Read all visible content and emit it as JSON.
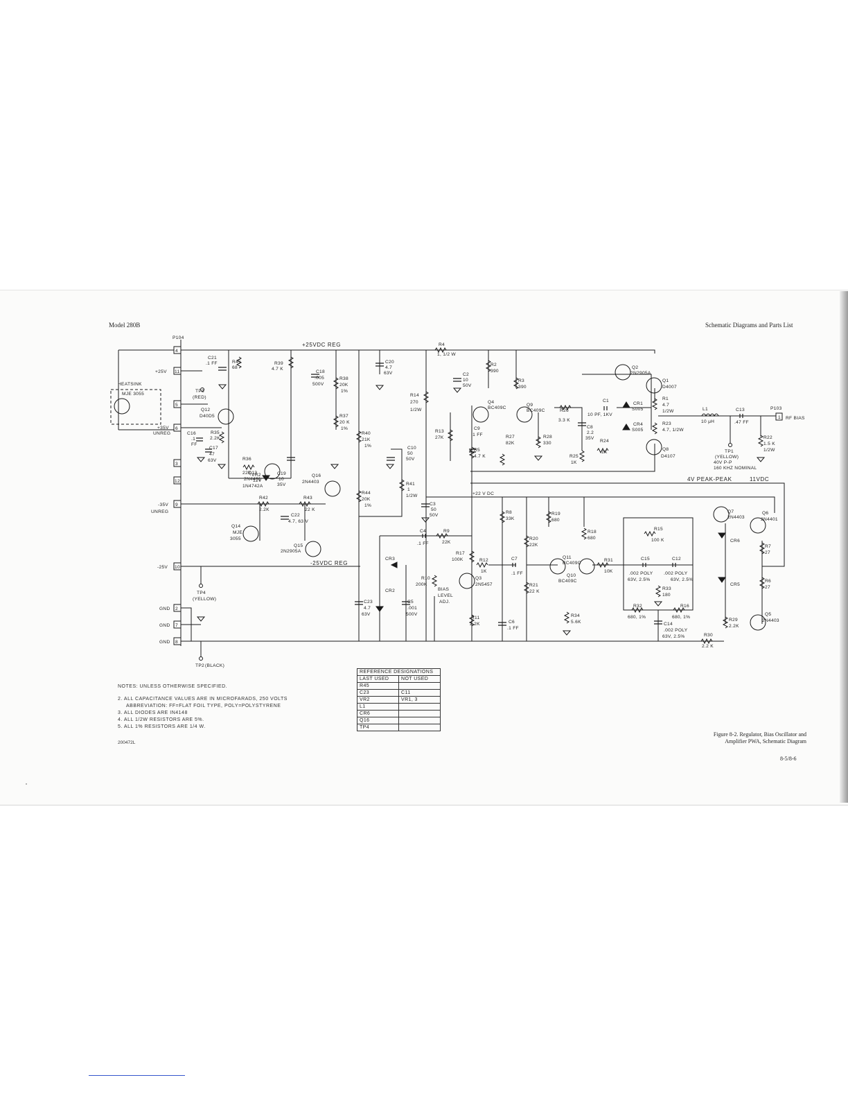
{
  "header": {
    "model": "Model 280B",
    "section": "Schematic Diagrams and Parts List"
  },
  "connector": {
    "name": "P104",
    "pins": [
      {
        "pin": "4",
        "label": ""
      },
      {
        "pin": "11",
        "label": "+25V"
      },
      {
        "pin": "5",
        "label": ""
      },
      {
        "pin": "6",
        "label": "+35V"
      },
      {
        "pin": "3",
        "label": ""
      },
      {
        "pin": "12",
        "label": ""
      },
      {
        "pin": "9",
        "label": "-35V"
      },
      {
        "pin": "10",
        "label": "-25V"
      },
      {
        "pin": "2",
        "label": "GND"
      },
      {
        "pin": "7",
        "label": "GND"
      },
      {
        "pin": "8",
        "label": "GND"
      }
    ],
    "unreg": "UNREG"
  },
  "heatsink": {
    "label": "HEATSINK",
    "part": "MJE 3055"
  },
  "rails": {
    "pos_reg": "+25VDC REG",
    "neg_reg": "-25VDC REG",
    "plus22": "+22 V DC",
    "peak": "4V  PEAK-PEAK",
    "vdc": "11VDC"
  },
  "components": {
    "R4": {
      "ref": "R4",
      "val": "1, 1/2 W"
    },
    "C21": {
      "ref": "C21",
      "val": ".1 FF"
    },
    "R45": {
      "ref": "R45",
      "val": "68"
    },
    "TP3": {
      "ref": "TP3",
      "val": "(RED)"
    },
    "R39": {
      "ref": "R39",
      "val": "4.7 K"
    },
    "C18": {
      "ref": "C18",
      "val": ".005",
      "v2": "500V"
    },
    "R38": {
      "ref": "R38",
      "val": "20K",
      "v2": "1%"
    },
    "R37": {
      "ref": "R37",
      "val": "20 K",
      "v2": "1%"
    },
    "C20": {
      "ref": "C20",
      "val": "4.7",
      "v2": "63V"
    },
    "R14": {
      "ref": "R14",
      "val": "270",
      "v2": "1/2W"
    },
    "C2": {
      "ref": "C2",
      "val": "10",
      "v2": "50V"
    },
    "R2": {
      "ref": "R2",
      "val": "390"
    },
    "R3": {
      "ref": "R3",
      "val": "390"
    },
    "Q2": {
      "ref": "Q2",
      "val": "2N2905A"
    },
    "Q1": {
      "ref": "Q1",
      "val": "D4007"
    },
    "C1": {
      "ref": "C1",
      "val": "10 PF, 1KV"
    },
    "CR1": {
      "ref": "CR1",
      "val": "S005"
    },
    "R1": {
      "ref": "R1",
      "val": "4.7",
      "v2": "1/2W"
    },
    "CR4": {
      "ref": "CR4",
      "val": "S005"
    },
    "R23": {
      "ref": "R23",
      "val": "4.7, 1/2W"
    },
    "L1": {
      "ref": "L1",
      "val": "10 μH"
    },
    "C13": {
      "ref": "C13",
      "val": ".47 FF"
    },
    "P103": {
      "ref": "P103",
      "val": "RF BIAS",
      "pin": "1"
    },
    "R22": {
      "ref": "R22",
      "val": "1.5 K",
      "v2": "1/2W"
    },
    "TP1": {
      "ref": "TP1",
      "val": "(YELLOW)",
      "v2": "40V P-P",
      "v3": "160 KHZ NOMINAL"
    },
    "Q8": {
      "ref": "Q8",
      "val": "D4107"
    },
    "R24": {
      "ref": "R24",
      "val": "1K"
    },
    "R25": {
      "ref": "R25",
      "val": "1K"
    },
    "C8": {
      "ref": "C8",
      "val": "2.2",
      "v2": "35V"
    },
    "R26": {
      "ref": "R26",
      "val": "3.3 K"
    },
    "Q4": {
      "ref": "Q4",
      "val": "BC409C"
    },
    "Q9": {
      "ref": "Q9",
      "val": "BC409C"
    },
    "R27": {
      "ref": "R27",
      "val": "82K"
    },
    "R28": {
      "ref": "R28",
      "val": "330"
    },
    "C9": {
      "ref": "C9",
      "val": ".1 FF"
    },
    "R13": {
      "ref": "R13",
      "val": "27K"
    },
    "R5": {
      "ref": "R5",
      "val": "4.7 K"
    },
    "Q12": {
      "ref": "Q12",
      "val": "D40D5"
    },
    "C16": {
      "ref": "C16",
      "val": ".1",
      "v2": "FF"
    },
    "R35": {
      "ref": "R35",
      "val": "2.2K"
    },
    "R36": {
      "ref": "R36",
      "val": "22K"
    },
    "C17": {
      "ref": "C17",
      "val": "47",
      "v2": "63V"
    },
    "Q13": {
      "ref": "Q13",
      "val": "2N4401"
    },
    "VR2": {
      "ref": "VR2",
      "val": "12V",
      "v2": "1N4742A"
    },
    "C19": {
      "ref": "C19",
      "val": "10",
      "v2": "35V"
    },
    "Q16": {
      "ref": "Q16",
      "val": "2N4403"
    },
    "R40": {
      "ref": "R40",
      "val": "21K",
      "v2": "1%"
    },
    "C10": {
      "ref": "C10",
      "val": "50",
      "v2": "50V"
    },
    "R41": {
      "ref": "R41",
      "val": "1",
      "v2": "1/2W"
    },
    "C3": {
      "ref": "C3",
      "val": "50",
      "v2": "50V"
    },
    "R42": {
      "ref": "R42",
      "val": "2.2K"
    },
    "R43": {
      "ref": "R43",
      "val": "22 K"
    },
    "C22": {
      "ref": "C22",
      "val": "4.7, 63 V"
    },
    "R44": {
      "ref": "R44",
      "val": "20K",
      "v2": "1%"
    },
    "Q14": {
      "ref": "Q14",
      "val": "MJE",
      "v2": "3055"
    },
    "Q15": {
      "ref": "Q15",
      "val": "2N2905A"
    },
    "TP4": {
      "ref": "TP4",
      "val": "(YELLOW)"
    },
    "TP2": {
      "ref": "TP2",
      "val": "(BLACK)"
    },
    "C4": {
      "ref": "C4",
      "val": ".1 FF"
    },
    "R9": {
      "ref": "R9",
      "val": "22K"
    },
    "R8": {
      "ref": "R8",
      "val": "33K"
    },
    "R19": {
      "ref": "R19",
      "val": "680"
    },
    "R18": {
      "ref": "R18",
      "val": "680"
    },
    "R20": {
      "ref": "R20",
      "val": "22K"
    },
    "Q7": {
      "ref": "Q7",
      "val": "2N4403"
    },
    "Q6": {
      "ref": "Q6",
      "val": "2N4401"
    },
    "CR6": {
      "ref": "CR6",
      "val": ""
    },
    "R7": {
      "ref": "R7",
      "val": "27"
    },
    "R15": {
      "ref": "R15",
      "val": "100 K"
    },
    "CR3": {
      "ref": "CR3",
      "val": ""
    },
    "R17": {
      "ref": "R17",
      "val": "100K"
    },
    "R12": {
      "ref": "R12",
      "val": "1K"
    },
    "C7": {
      "ref": "C7",
      "val": ".1 FF"
    },
    "Q11": {
      "ref": "Q11",
      "val": "BC409C"
    },
    "Q10": {
      "ref": "Q10",
      "val": "BC409C"
    },
    "R31": {
      "ref": "R31",
      "val": "10K"
    },
    "C15": {
      "ref": "C15",
      "val": ".002 POLY",
      "v2": "63V, 2.5%"
    },
    "C12": {
      "ref": "C12",
      "val": ".002 POLY",
      "v2": "63V, 2.5%"
    },
    "R6": {
      "ref": "R6",
      "val": "27"
    },
    "CR5": {
      "ref": "CR5",
      "val": ""
    },
    "R10": {
      "ref": "R10",
      "val": "200K",
      "v2": "BIAS",
      "v3": "LEVEL",
      "v4": "ADJ."
    },
    "Q3": {
      "ref": "Q3",
      "val": "2N5457"
    },
    "R21": {
      "ref": "R21",
      "val": "22 K"
    },
    "CR2": {
      "ref": "CR2",
      "val": ""
    },
    "R33": {
      "ref": "R33",
      "val": "180"
    },
    "R32": {
      "ref": "R32",
      "val": "680, 1%"
    },
    "R16": {
      "ref": "R16",
      "val": "680, 1%"
    },
    "C23": {
      "ref": "C23",
      "val": "4.7",
      "v2": "63V"
    },
    "C5": {
      "ref": "C5",
      "val": ".001",
      "v2": "500V"
    },
    "R11": {
      "ref": "R11",
      "val": "2.2K"
    },
    "C6": {
      "ref": "C6",
      "val": ".1 FF"
    },
    "R34": {
      "ref": "R34",
      "val": "5.6K"
    },
    "C14": {
      "ref": "C14",
      "val": ".002 POLY",
      "v2": "63V, 2.5%"
    },
    "R29": {
      "ref": "R29",
      "val": "2.2K"
    },
    "R30": {
      "ref": "R30",
      "val": "2.2 K"
    },
    "Q5": {
      "ref": "Q5",
      "val": "2N4403"
    }
  },
  "notes": {
    "title": "NOTES: UNLESS OTHERWISE SPECIFIED.",
    "items": [
      "2. ALL CAPACITANCE VALUES ARE IN MICROFARADS, 250 VOLTS",
      "ABBREVIATION: FF=FLAT FOIL TYPE, POLY=POLYSTYRENE",
      "3. ALL DIODES ARE IN4148",
      "4. ALL 1/2W RESISTORS ARE 5%.",
      "5. ALL 1% RESISTORS ARE 1/4 W."
    ]
  },
  "ref_table": {
    "title": "REFERENCE DESIGNATIONS",
    "headers": [
      "LAST USED",
      "NOT USED"
    ],
    "rows": [
      [
        "R45",
        ""
      ],
      [
        "C23",
        "C11"
      ],
      [
        "VR2",
        "VR1, 3"
      ],
      [
        "L1",
        ""
      ],
      [
        "CR6",
        ""
      ],
      [
        "Q16",
        ""
      ],
      [
        "TP4",
        ""
      ]
    ]
  },
  "doc_number": "200472L",
  "caption": {
    "line1": "Figure 8-2.  Regulator, Bias Oscillator and",
    "line2": "Amplifier PWA, Schematic Diagram"
  },
  "page": "8-5/8-6"
}
